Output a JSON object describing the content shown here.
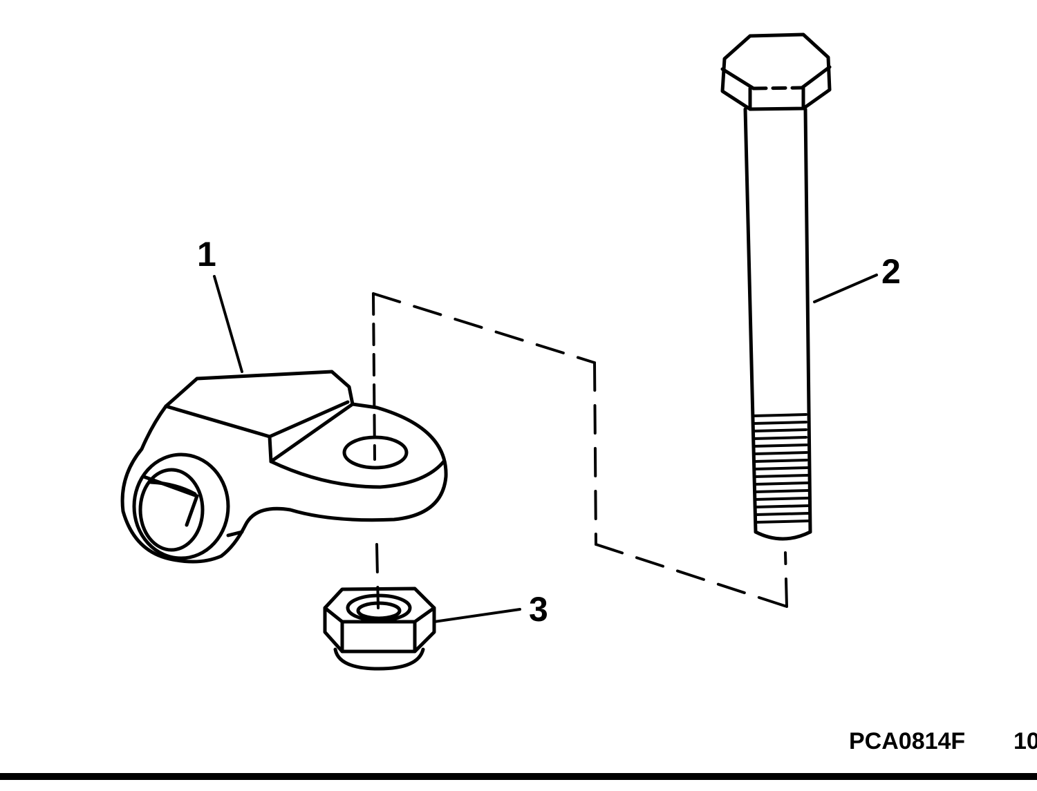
{
  "callouts": {
    "part1": "1",
    "part2": "2",
    "part3": "3"
  },
  "footer": {
    "figure_code": "PCA0814F",
    "page_fragment": "10"
  },
  "colors": {
    "ink": "#000000",
    "paper": "#ffffff"
  }
}
